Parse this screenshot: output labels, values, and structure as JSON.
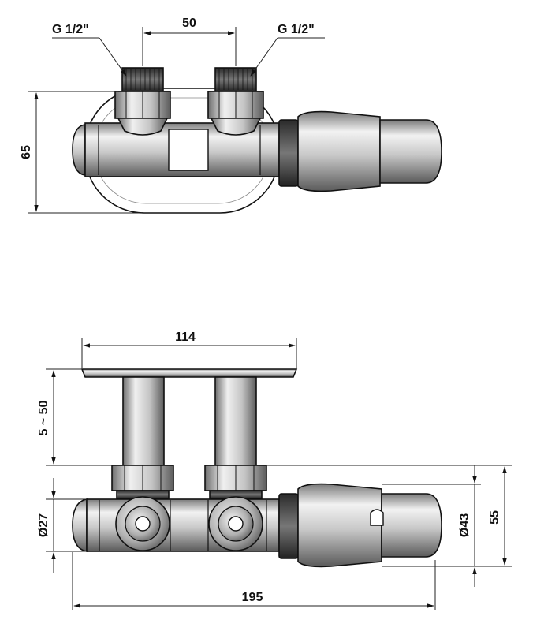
{
  "top_view": {
    "thread_left": "G 1/2\"",
    "thread_right": "G 1/2\"",
    "spacing": "50",
    "height": "65"
  },
  "front_view": {
    "plate_width": "114",
    "stem_range": "5 ~ 50",
    "body_diameter": "Ø27",
    "head_diameter": "Ø43",
    "head_height": "55",
    "total_length": "195"
  },
  "colors": {
    "metal_light": "#d8d8d8",
    "metal_mid": "#9a9a9a",
    "metal_dark": "#3a3a3a",
    "line": "#111111"
  }
}
